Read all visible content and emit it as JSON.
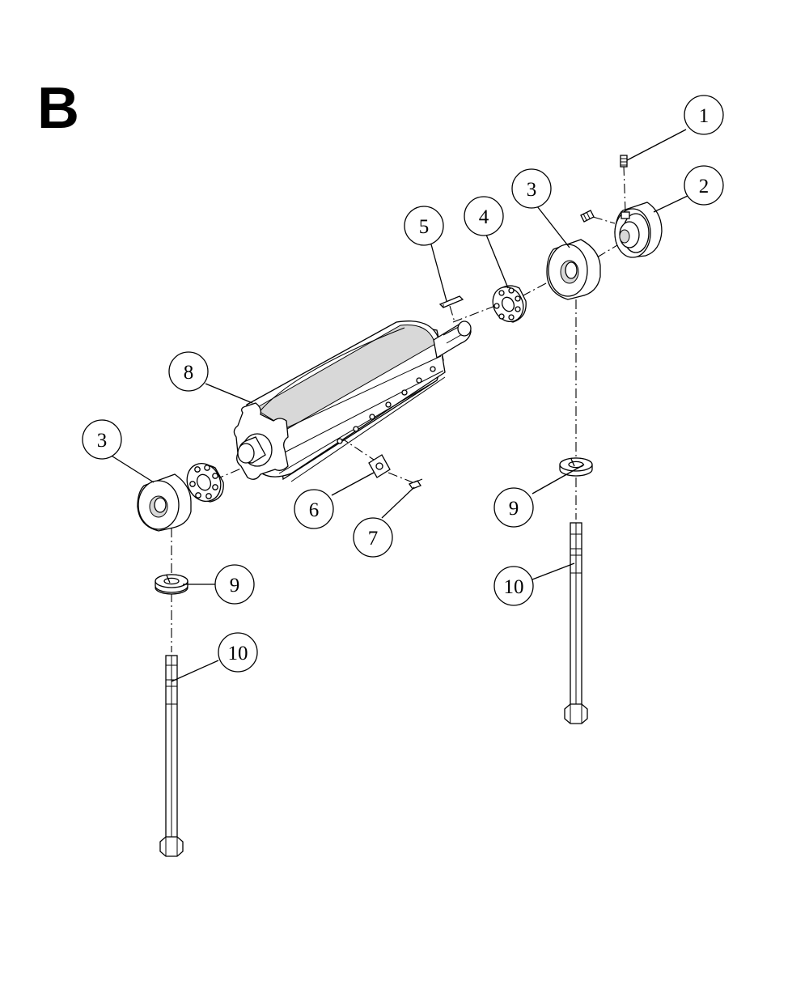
{
  "section": {
    "letter": "B"
  },
  "callouts": [
    {
      "id": "c1",
      "label": "1"
    },
    {
      "id": "c2",
      "label": "2"
    },
    {
      "id": "c3a",
      "label": "3"
    },
    {
      "id": "c3b",
      "label": "3"
    },
    {
      "id": "c4",
      "label": "4"
    },
    {
      "id": "c5",
      "label": "5"
    },
    {
      "id": "c6",
      "label": "6"
    },
    {
      "id": "c7",
      "label": "7"
    },
    {
      "id": "c8",
      "label": "8"
    },
    {
      "id": "c9a",
      "label": "9"
    },
    {
      "id": "c9b",
      "label": "9"
    },
    {
      "id": "c10a",
      "label": "10"
    },
    {
      "id": "c10b",
      "label": "10"
    }
  ]
}
